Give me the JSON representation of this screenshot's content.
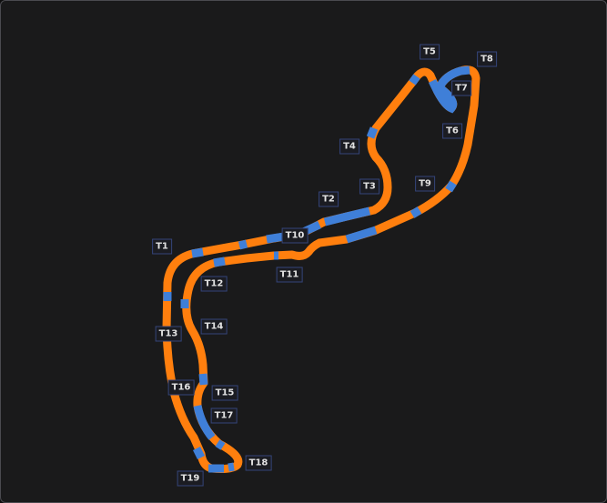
{
  "map": {
    "type": "circuit-track-map",
    "colors": {
      "background": "#1a1a1b",
      "track_primary": "#ff7f0e",
      "track_secondary": "#3f7fd8",
      "label_border": "#34447a"
    },
    "corners": [
      "T1",
      "T2",
      "T3",
      "T4",
      "T5",
      "T6",
      "T7",
      "T8",
      "T9",
      "T10",
      "T11",
      "T12",
      "T13",
      "T14",
      "T15",
      "T16",
      "T17",
      "T18",
      "T19"
    ]
  }
}
